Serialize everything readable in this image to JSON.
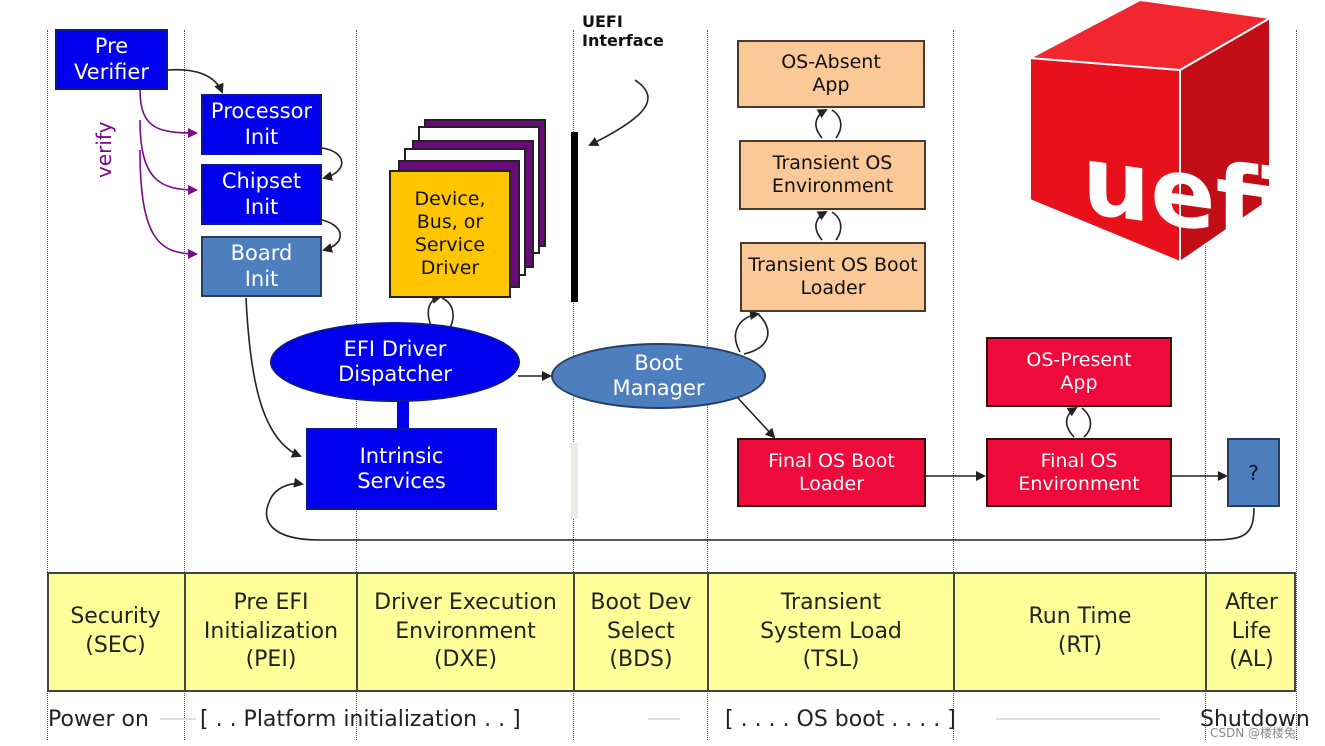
{
  "boxes": {
    "pre_verifier": "Pre\nVerifier",
    "processor_init": "Processor\nInit",
    "chipset_init": "Chipset\nInit",
    "board_init": "Board\nInit",
    "device_driver": "Device,\nBus, or\nService\nDriver",
    "efi_dispatcher": "EFI Driver\nDispatcher",
    "intrinsic_services": "Intrinsic\nServices",
    "boot_manager": "Boot\nManager",
    "os_absent_app": "OS-Absent\nApp",
    "transient_os_env": "Transient OS\nEnvironment",
    "transient_os_boot_loader": "Transient OS Boot\nLoader",
    "final_os_boot_loader": "Final OS Boot\nLoader",
    "os_present_app": "OS-Present\nApp",
    "final_os_env": "Final OS\nEnvironment",
    "after_life_box": "?"
  },
  "labels": {
    "verify": "verify",
    "uefi_interface": "UEFI\nInterface",
    "logo_text": "uefi"
  },
  "phases": [
    "Security\n(SEC)",
    "Pre EFI\nInitialization\n(PEI)",
    "Driver Execution\nEnvironment\n(DXE)",
    "Boot Dev\nSelect\n(BDS)",
    "Transient\nSystem Load\n(TSL)",
    "Run Time\n(RT)",
    "After\nLife\n(AL)"
  ],
  "footer": {
    "power_on": "Power on",
    "platform_init": "[ . . Platform initialization . . ]",
    "os_boot": "[ . . . . OS boot . . . . ]",
    "shutdown": "Shutdown"
  },
  "watermark": "CSDN @楼楼兔",
  "colors": {
    "blue": "#0000ee",
    "steel_blue": "#4d7fbf",
    "peach": "#fbc898",
    "red": "#ee0a3a",
    "yellow": "#ffc600",
    "phase_bar": "#ffff99",
    "purple": "#7a0a8a",
    "logo_red": "#e8101a"
  }
}
